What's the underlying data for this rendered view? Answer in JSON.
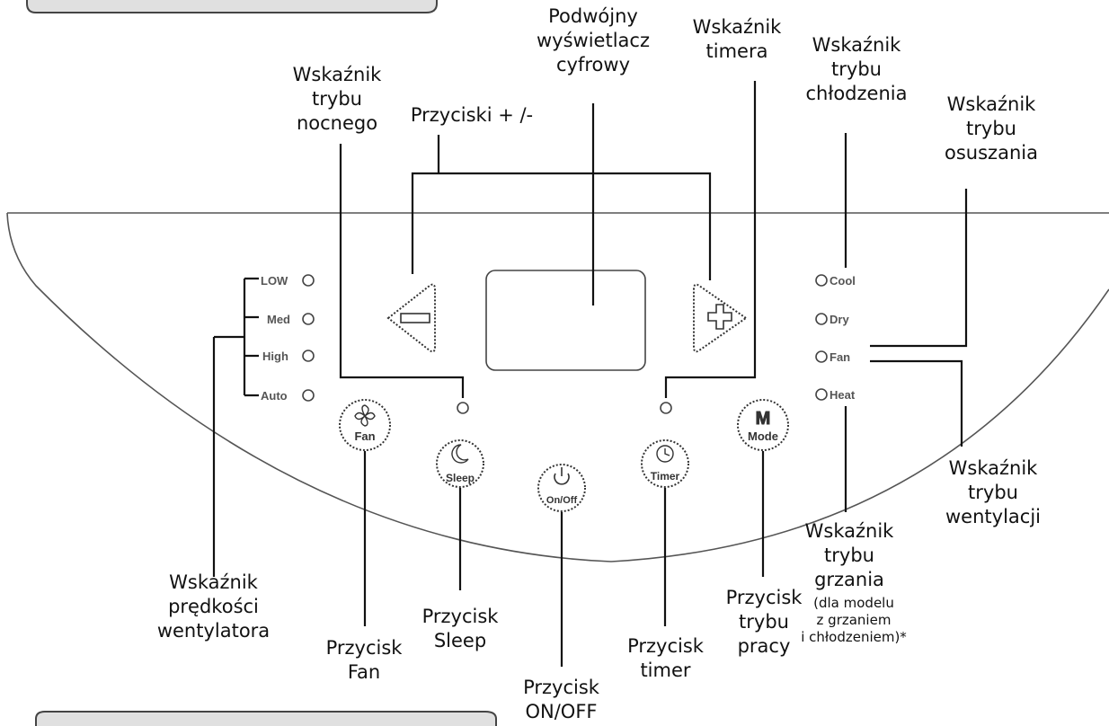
{
  "labels": {
    "display": "Podwójny\nwyświetlacz\ncyfrowy",
    "timer_indicator": "Wskaźnik\ntimera",
    "cool_indicator": "Wskaźnik\ntrybu\nchłodzenia",
    "dry_indicator": "Wskaźnik\ntrybu\nosuszania",
    "night_indicator": "Wskaźnik\ntrybu\nnocnego",
    "plus_minus": "Przyciski + /-",
    "fan_speed": "Wskaźnik\nprędkości\nwentylatora",
    "fan_button": "Przycisk\nFan",
    "sleep_button": "Przycisk\nSleep",
    "onoff_button": "Przycisk\nON/OFF",
    "timer_button": "Przycisk\ntimer",
    "mode_button": "Przycisk\ntrybu\npracy",
    "heat_indicator": "Wskaźnik\ntrybu\ngrzania",
    "heat_note": "(dla modelu\nz grzaniem\ni chłodzeniem)*",
    "vent_indicator": "Wskaźnik\ntrybu\nwentylacji"
  },
  "panel": {
    "speeds": [
      "LOW",
      "Med",
      "High",
      "Auto"
    ],
    "modes": [
      "Cool",
      "Dry",
      "Fan",
      "Heat"
    ],
    "buttons": {
      "fan": "Fan",
      "sleep": "Sleep",
      "onoff": "On/Off",
      "timer": "Timer",
      "mode": "Mode",
      "mode_glyph": "M"
    }
  }
}
